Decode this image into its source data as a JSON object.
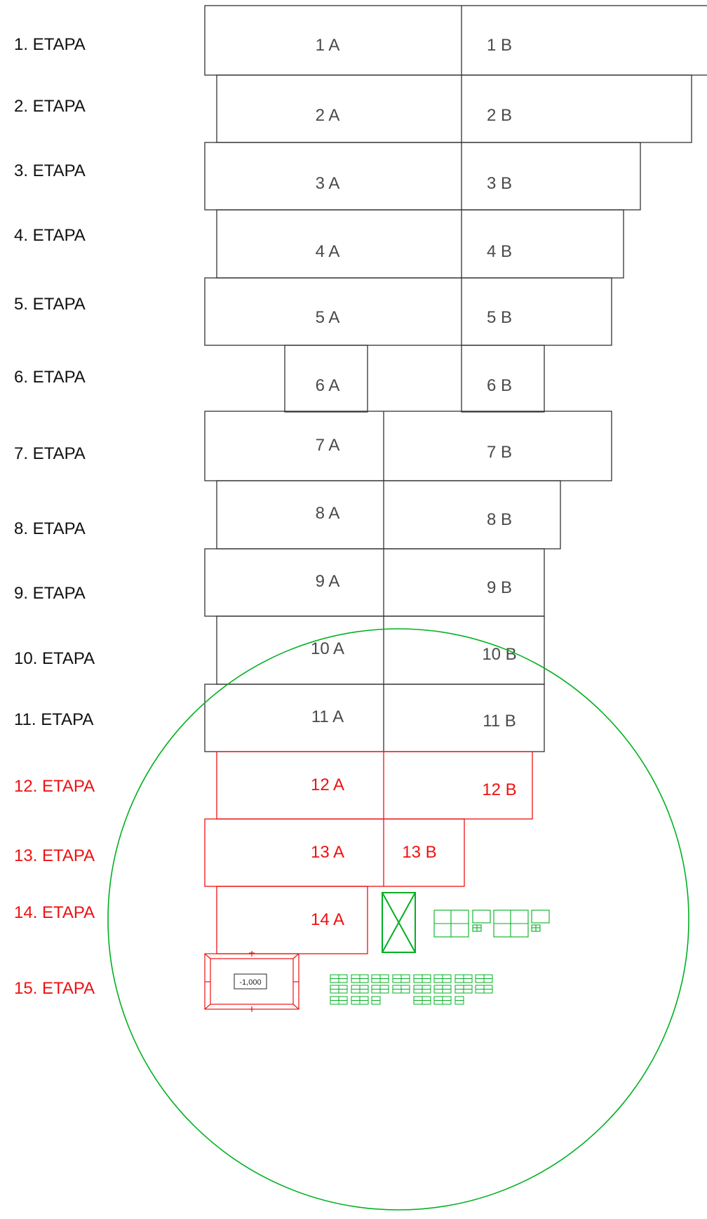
{
  "colors": {
    "black": "#111111",
    "gray": "#4a4a4a",
    "red": "#ee1111",
    "green": "#00b020"
  },
  "stages": [
    {
      "label": "1. ETAPA",
      "a": "1 A",
      "b": "1 B",
      "color": "black"
    },
    {
      "label": "2. ETAPA",
      "a": "2 A",
      "b": "2 B",
      "color": "black"
    },
    {
      "label": "3. ETAPA",
      "a": "3 A",
      "b": "3 B",
      "color": "black"
    },
    {
      "label": "4. ETAPA",
      "a": "4 A",
      "b": "4 B",
      "color": "black"
    },
    {
      "label": "5. ETAPA",
      "a": "5 A",
      "b": "5 B",
      "color": "black"
    },
    {
      "label": "6. ETAPA",
      "a": "6 A",
      "b": "6 B",
      "color": "black"
    },
    {
      "label": "7. ETAPA",
      "a": "7 A",
      "b": "7 B",
      "color": "black"
    },
    {
      "label": "8. ETAPA",
      "a": "8 A",
      "b": "8 B",
      "color": "black"
    },
    {
      "label": "9. ETAPA",
      "a": "9 A",
      "b": "9 B",
      "color": "black"
    },
    {
      "label": "10. ETAPA",
      "a": "10 A",
      "b": "10 B",
      "color": "black"
    },
    {
      "label": "11. ETAPA",
      "a": "11 A",
      "b": "11 B",
      "color": "black"
    },
    {
      "label": "12. ETAPA",
      "a": "12 A",
      "b": "12 B",
      "color": "red"
    },
    {
      "label": "13. ETAPA",
      "a": "13 A",
      "b": "13 B",
      "color": "red"
    },
    {
      "label": "14. ETAPA",
      "a": "14 A",
      "b": "",
      "color": "red"
    },
    {
      "label": "15. ETAPA",
      "a": "",
      "b": "",
      "color": "red"
    }
  ],
  "level_marker": "-1,000"
}
